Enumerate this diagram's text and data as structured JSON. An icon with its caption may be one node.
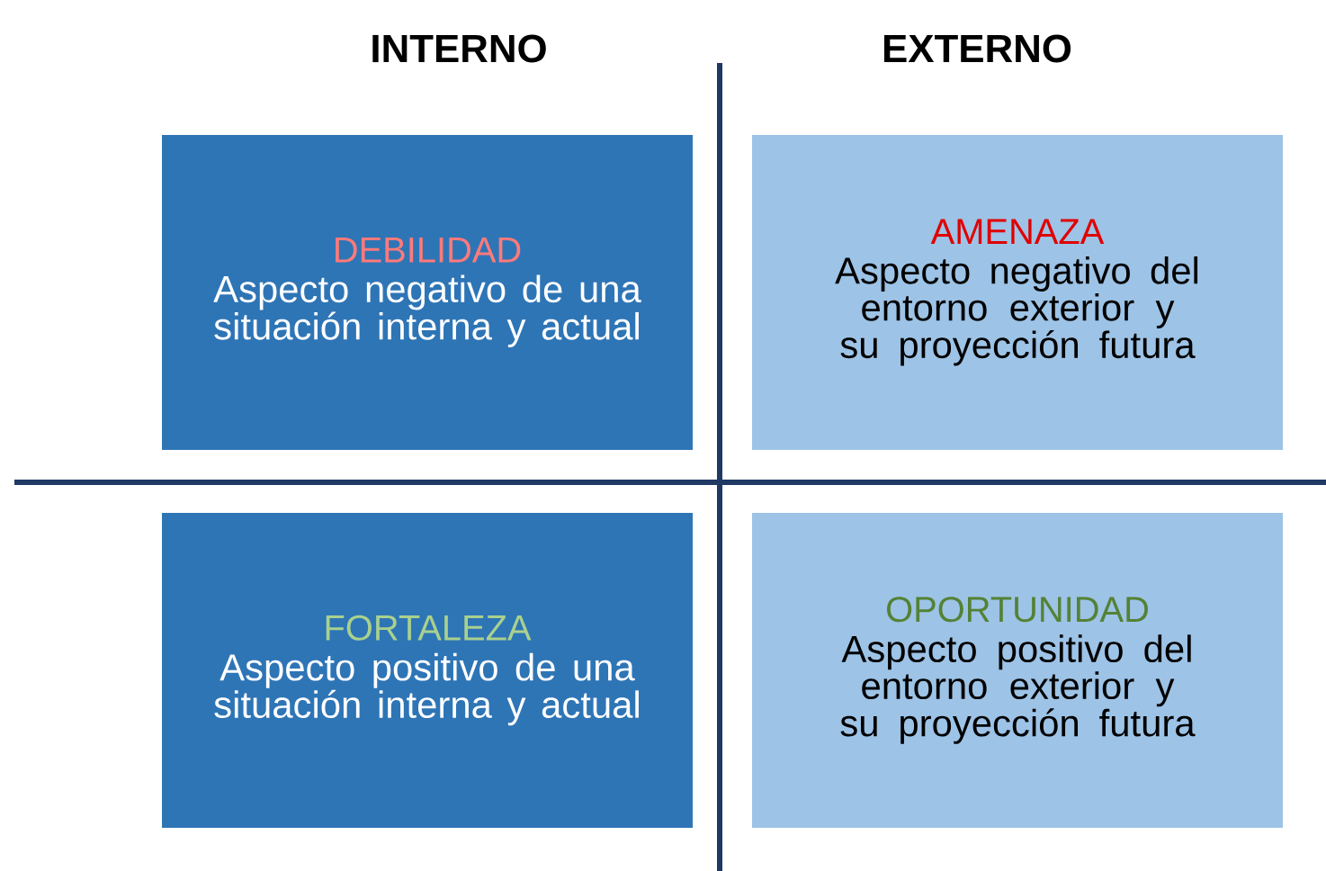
{
  "diagram": {
    "nodes": [
      {
        "text": [
          "DEBILIDAD",
          "Aspecto negativo de una situación interna y actual"
        ]
      },
      {
        "text": [
          "AMENAZA",
          "Aspecto negativo del entorno exterior y su proyección futura"
        ]
      },
      {
        "text": [
          "FORTALEZA",
          "Aspecto positivo de una situación interna y actual"
        ]
      },
      {
        "text": [
          "OPORTUNIDAD",
          "Aspecto positivo del entorno exterior y su proyección futura"
        ]
      }
    ],
    "labels": [
      "INTERNO",
      "EXTERNO"
    ]
  }
}
